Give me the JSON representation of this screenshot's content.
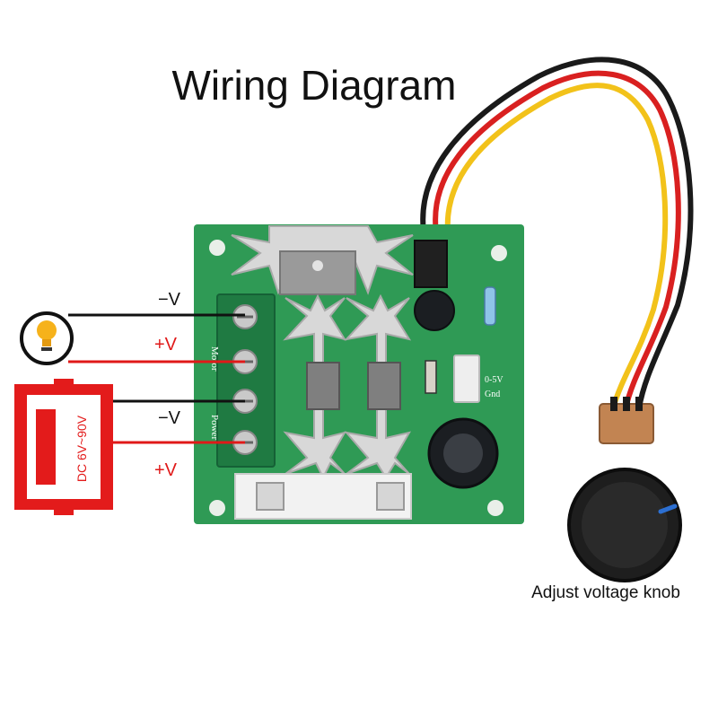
{
  "title": "Wiring Diagram",
  "wire_labels": {
    "motor_neg": "−V",
    "motor_pos": "+V",
    "power_neg": "−V",
    "power_pos": "+V"
  },
  "supply_label": "DC 6V~90V",
  "pcb": {
    "motor_silk": "Motor",
    "power_silk": "Power",
    "signal_silk": "0-5V",
    "gnd_silk": "Gnd"
  },
  "knob_label": "Adjust voltage knob",
  "colors": {
    "board": "#2f9a55",
    "positive_wire": "#e01919",
    "negative_wire": "#111111",
    "supply": "#e31b1b",
    "bulb": "#f6b21b",
    "heatsink": "#d8d8d8",
    "capacitor": "#1b1e22",
    "knob": "#2a2a2a",
    "knob_pointer": "#2c6fd1",
    "pot_wire_yellow": "#f2c21a",
    "pot_wire_red": "#d92020",
    "pot_wire_black": "#1a1a1a"
  },
  "icons": [
    "light-bulb-icon",
    "lightning-bolt-icon"
  ]
}
